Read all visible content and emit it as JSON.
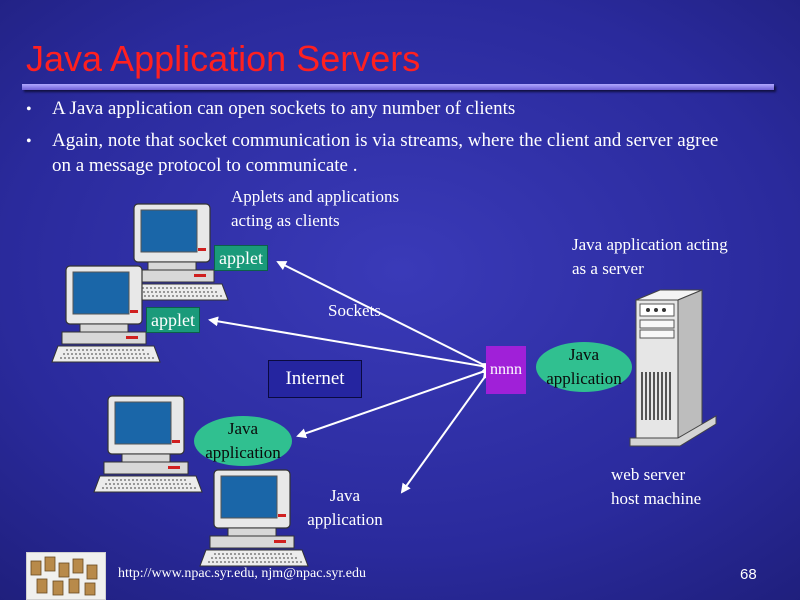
{
  "slide": {
    "title": "Java Application Servers",
    "bullets": [
      "A Java application can open sockets to any number of clients",
      "Again, note that socket communication is via streams, where the client and server agree on a message protocol to communicate ."
    ],
    "bullet_marker": "•",
    "footer_url": "http://www.npac.syr.edu, njm@npac.syr.edu",
    "page_number": "68"
  },
  "diagram": {
    "clients_label_line1": "Applets and applications",
    "clients_label_line2": "acting as clients",
    "server_label_line1": "Java  application acting",
    "server_label_line2": "as a server",
    "applet_1": "applet",
    "applet_2": "applet",
    "sockets_label": "Sockets",
    "internet_label": "Internet",
    "port_label": "nnnn",
    "server_app_line1": "Java",
    "server_app_line2": "application",
    "client_app1_line1": "Java",
    "client_app1_line2": "application",
    "client_app2_line1": "Java",
    "client_app2_line2": "application",
    "host_label_line1": "web server",
    "host_label_line2": "host machine"
  },
  "colors": {
    "title": "#ff2020",
    "applet_box": "#1a9a7a",
    "java_ellipse": "#30c090",
    "port_box": "#a020d8",
    "background": "#2a2a9c"
  }
}
